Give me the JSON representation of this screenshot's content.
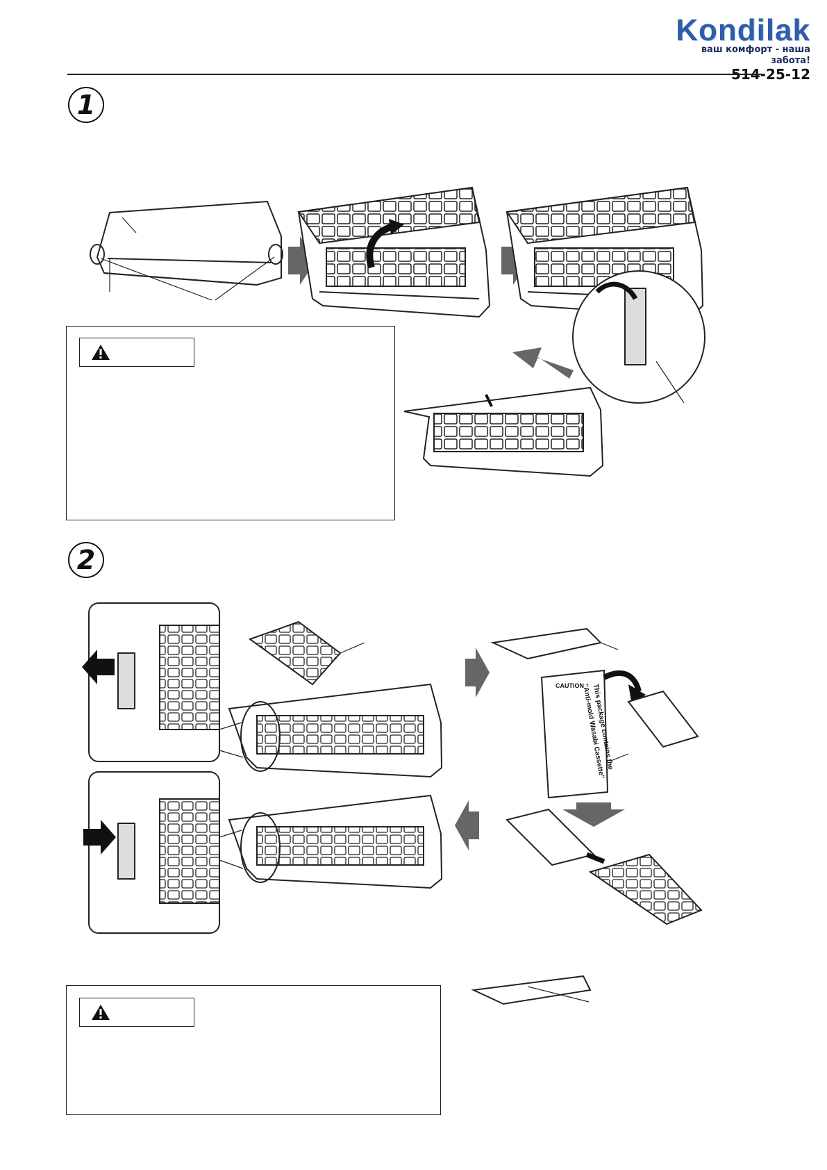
{
  "logo": {
    "name": "Kondilak",
    "tagline": "ваш комфорт - наша забота!",
    "phone": "514-25-12"
  },
  "steps": [
    {
      "number": "1"
    },
    {
      "number": "2"
    }
  ],
  "package_label": {
    "caution": "CAUTION",
    "heading_line1": "This package contains the",
    "heading_line2": "\"Anti-mold Wasabi Cassette\""
  },
  "colors": {
    "arrow": "#666666",
    "line": "#222222",
    "filter": "#ffffff"
  },
  "icons": [
    "warning-icon",
    "step-arrow-icon",
    "curved-arrow-icon"
  ]
}
